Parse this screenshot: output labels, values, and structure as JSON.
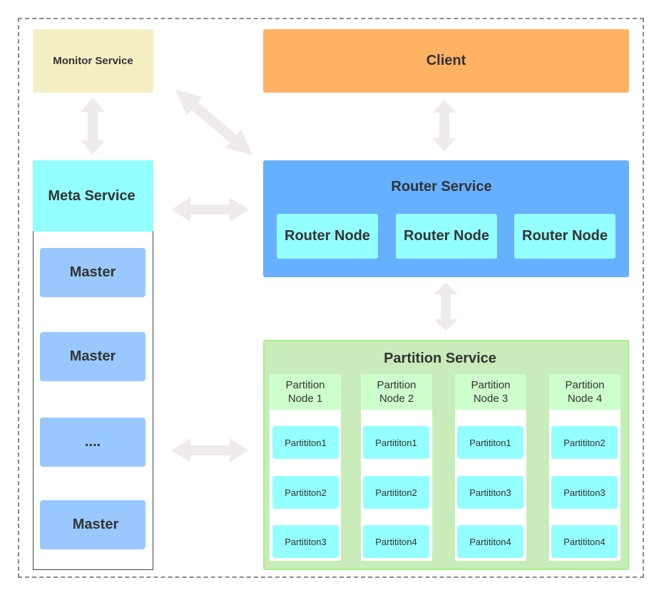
{
  "monitor": {
    "label": "Monitor Service"
  },
  "client": {
    "label": "Client"
  },
  "meta": {
    "title": "Meta Service",
    "masters": [
      "Master",
      "Master",
      "....",
      "Master"
    ]
  },
  "router": {
    "title": "Router Service",
    "nodes": [
      "Router Node",
      "Router Node",
      "Router Node"
    ]
  },
  "partition": {
    "title": "Partition Service",
    "nodes": [
      {
        "label": "Partition\nNode 1",
        "partitions": [
          "Partititon1",
          "Partititon2",
          "Partititon3"
        ]
      },
      {
        "label": "Partition\nNode 2",
        "partitions": [
          "Partititon1",
          "Partititon2",
          "Partititon4"
        ]
      },
      {
        "label": "Partition\nNode 3",
        "partitions": [
          "Partititon1",
          "Partititon3",
          "Partititon4"
        ]
      },
      {
        "label": "Partition\nNode 4",
        "partitions": [
          "Partititon2",
          "Partititon3",
          "Partititon4"
        ]
      }
    ]
  },
  "colors": {
    "monitor": "#f5efc4",
    "client": "#ffb164",
    "meta": "#93ffff",
    "master": "#99c8ff",
    "router": "#66b0ff",
    "partition": "#c8ecba",
    "arrow": "#efebeb"
  }
}
